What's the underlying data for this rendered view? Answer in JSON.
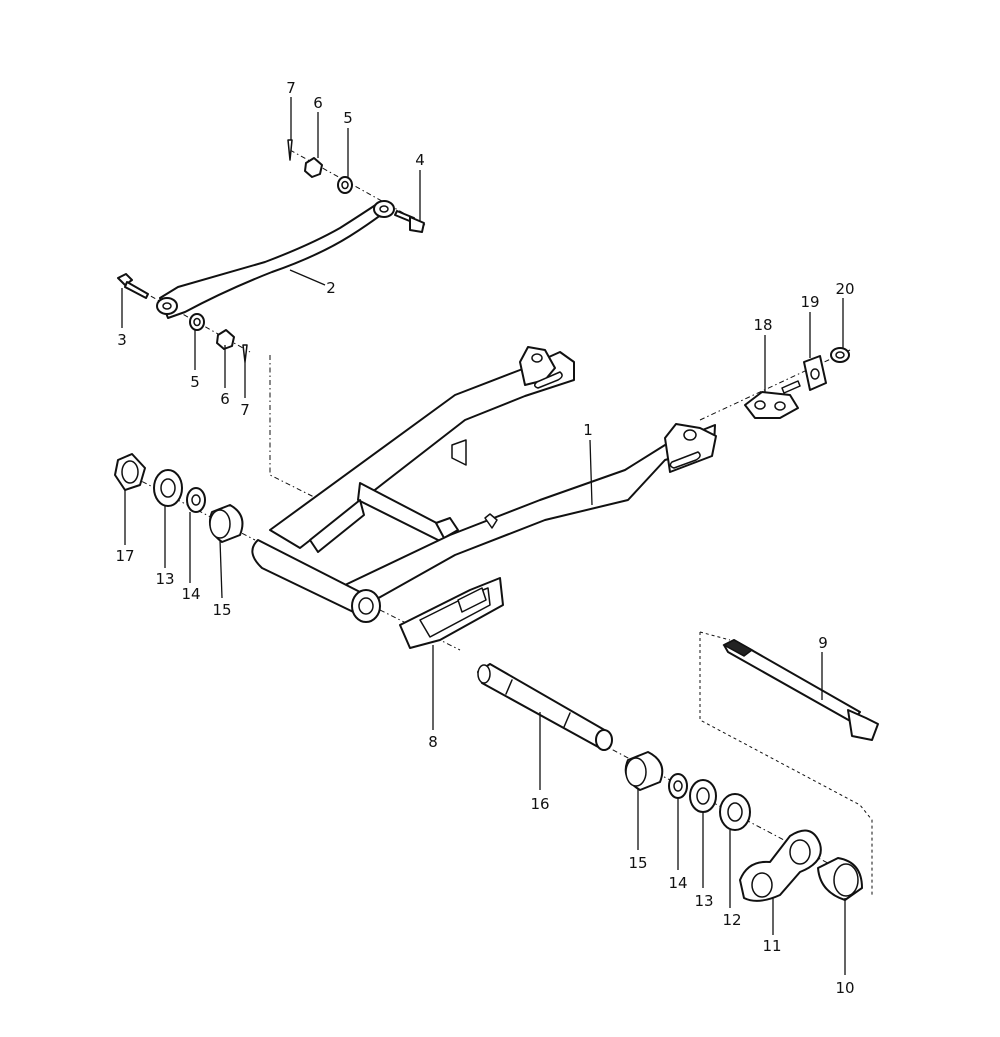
{
  "callouts": {
    "c1": "1",
    "c2": "2",
    "c3": "3",
    "c4": "4",
    "c5a": "5",
    "c5b": "5",
    "c6a": "6",
    "c6b": "6",
    "c7a": "7",
    "c7b": "7",
    "c8": "8",
    "c9": "9",
    "c10": "10",
    "c11": "11",
    "c12": "12",
    "c13a": "13",
    "c13b": "13",
    "c14a": "14",
    "c14b": "14",
    "c15a": "15",
    "c15b": "15",
    "c16": "16",
    "c17": "17",
    "c18": "18",
    "c19": "19",
    "c20": "20"
  },
  "colors": {
    "line": "#111111",
    "background": "#ffffff"
  }
}
